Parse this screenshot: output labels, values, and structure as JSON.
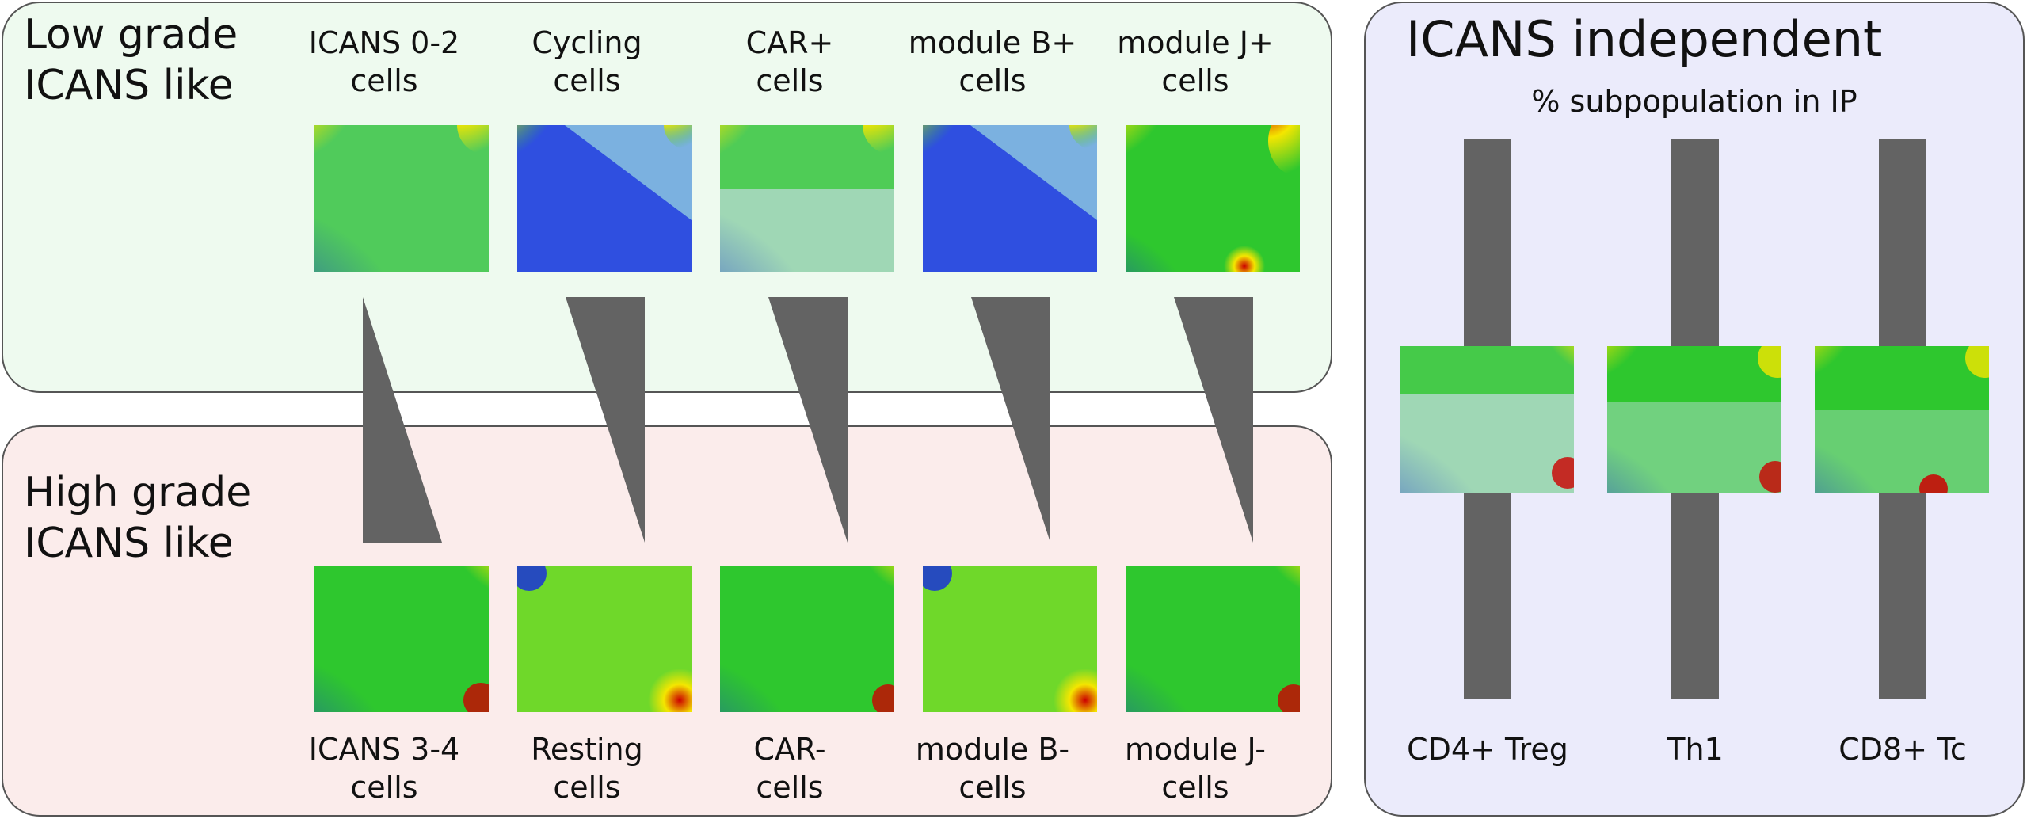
{
  "panels": {
    "low": {
      "title": "Low grade\nICANS like",
      "bg": "#eefaef"
    },
    "high": {
      "title": "High grade\nICANS like",
      "bg": "#fbeceb"
    },
    "independent": {
      "title": "ICANS independent",
      "subtitle": "% subpopulation in IP",
      "bg": "#ebebfb"
    }
  },
  "pairs": [
    {
      "top": "ICANS 0-2\ncells",
      "bottom": "ICANS 3-4\ncells",
      "wedge": "up"
    },
    {
      "top": "Cycling\ncells",
      "bottom": "Resting\ncells",
      "wedge": "down"
    },
    {
      "top": "CAR+\ncells",
      "bottom": "CAR-\ncells",
      "wedge": "down"
    },
    {
      "top": "module B+\ncells",
      "bottom": "module B-\ncells",
      "wedge": "down"
    },
    {
      "top": "module J+\ncells",
      "bottom": "module J-\ncells",
      "wedge": "down"
    }
  ],
  "independent_items": [
    {
      "label": "CD4+ Treg"
    },
    {
      "label": "Th1"
    },
    {
      "label": "CD8+ Tc"
    }
  ],
  "colors": {
    "bar": "#636363",
    "red": "#cc0000",
    "yellow": "#f4e600",
    "green": "#1ec81e",
    "blue": "#1a32d8",
    "pale": "#9fd7b5"
  },
  "icons": {
    "map": "heatmap-tile",
    "wedge": "triangle-wedge"
  }
}
